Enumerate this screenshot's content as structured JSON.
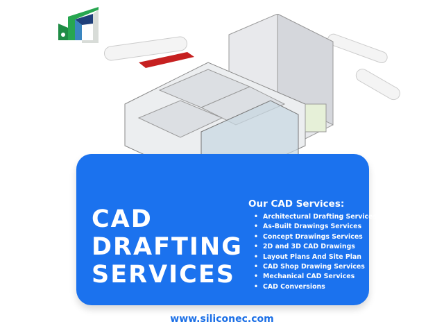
{
  "brand": {
    "logo": "Siliconec house logo",
    "website": "www.siliconec.com"
  },
  "headline": [
    "CAD",
    "DRAFTING",
    "SERVICES"
  ],
  "services": {
    "heading": "Our CAD Services:",
    "items": [
      "Architectural Drafting Services",
      "As-Built Drawings Services",
      "Concept Drawings Services",
      "2D and 3D CAD Drawings",
      "Layout Plans And Site Plan",
      "CAD Shop Drawing Services",
      "Mechanical CAD Services",
      "CAD Conversions"
    ]
  },
  "colors": {
    "accent": "#1b72ee",
    "logo_green": "#1e9a4a",
    "logo_navy": "#1f3f7a"
  }
}
